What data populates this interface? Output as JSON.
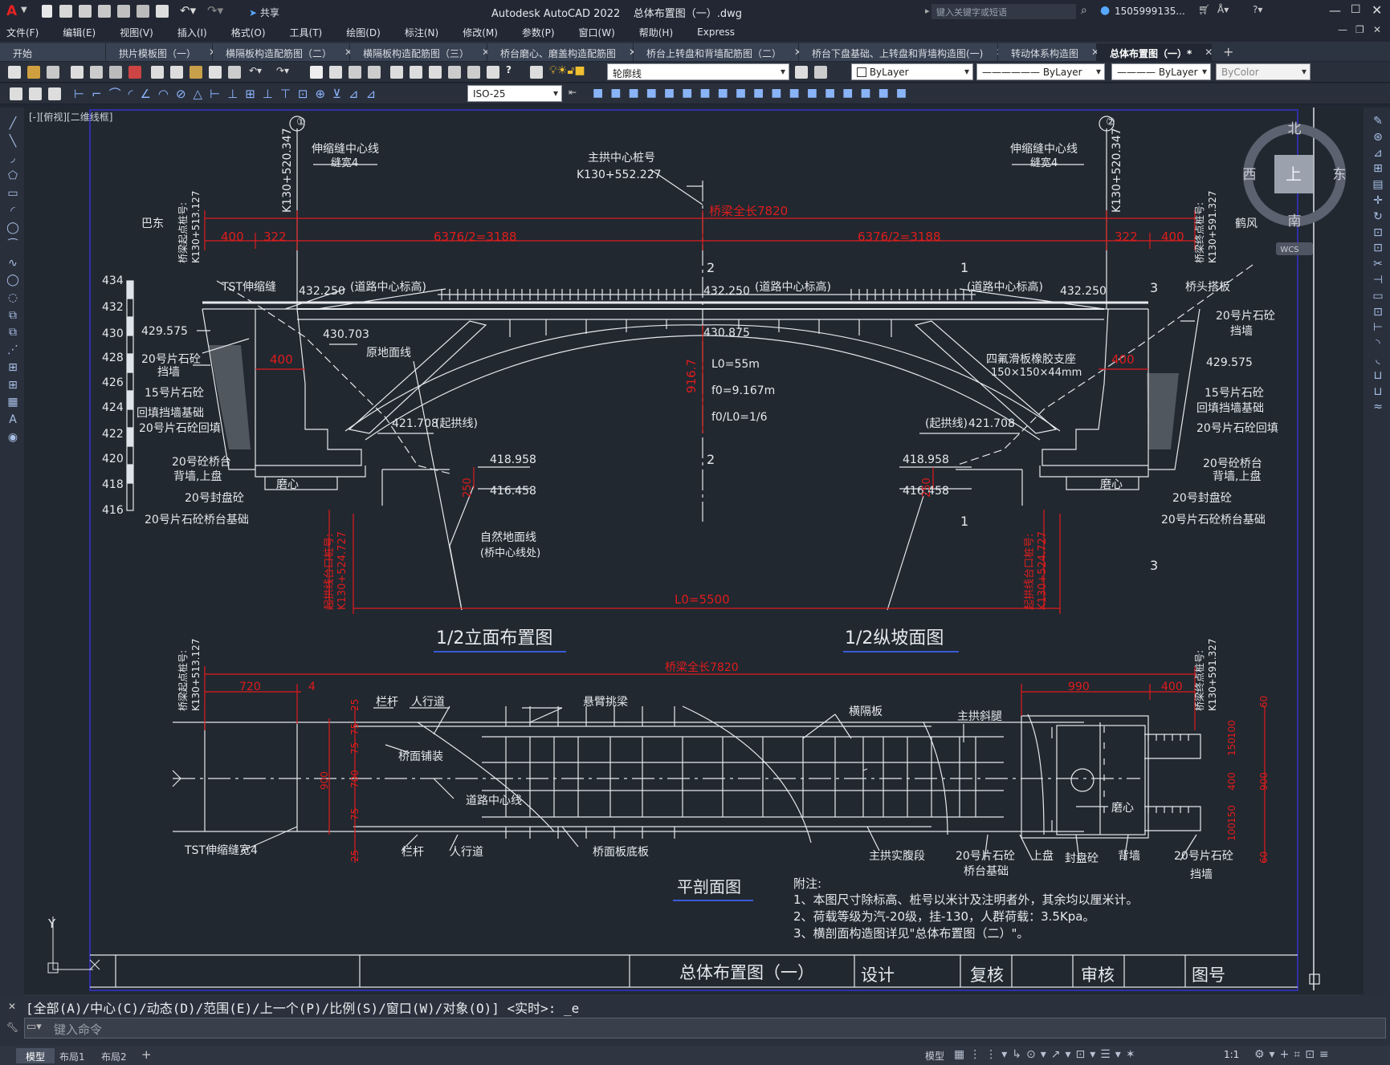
{
  "app": {
    "title": "Autodesk AutoCAD 2022    总体布置图（一）.dwg",
    "search_placeholder": "键入关键字或短语",
    "user": "1505999135...",
    "share": "共享"
  },
  "menu": [
    "文件(F)",
    "编辑(E)",
    "视图(V)",
    "插入(I)",
    "格式(O)",
    "工具(T)",
    "绘图(D)",
    "标注(N)",
    "修改(M)",
    "参数(P)",
    "窗口(W)",
    "帮助(H)",
    "Express"
  ],
  "tabs": [
    {
      "label": "开始",
      "close": false
    },
    {
      "label": "拱片模板图（一）",
      "close": true
    },
    {
      "label": "横隔板构造配筋图（二）",
      "close": true
    },
    {
      "label": "横隔板构造配筋图（三）",
      "close": true
    },
    {
      "label": "桥台磨心、磨盖构造配筋图",
      "close": true
    },
    {
      "label": "桥台上转盘和背墙配筋图（二）",
      "close": true
    },
    {
      "label": "桥台下盘基础、上转盘和背墙构造图(一)",
      "close": true
    },
    {
      "label": "转动体系构造图",
      "close": true
    },
    {
      "label": "总体布置图（一）*",
      "close": true,
      "active": true
    }
  ],
  "toolbar": {
    "layer": "轮廓线",
    "color": "ByLayer",
    "linetype": "ByLayer",
    "lineweight": "ByLayer",
    "plotstyle": "ByColor",
    "dimstyle": "ISO-25"
  },
  "viewport_label": "[-][俯视][二维线框]",
  "viewcube": {
    "north": "北",
    "south": "南",
    "east": "东",
    "west": "西",
    "top": "上",
    "ucs": "WCS"
  },
  "drawing": {
    "elevation": {
      "title": "1/2立面布置图",
      "title2": "1/2纵坡面图",
      "total_len": "桥梁全长7820",
      "half": "6376/2=3188",
      "d400": "400",
      "d322": "322",
      "main_arch_label": "主拱中心桩号",
      "main_arch_station": "K130+552.227",
      "joint": "伸缩缝中心线",
      "joint_w": "缝宽4",
      "sta1": "K130+520.347",
      "sta2": "K130+520.347",
      "start_label": "桥梁起点桩号:",
      "start_sta": "K130+513.127",
      "end_label": "桥梁终点桩号:",
      "end_sta": "K130+591.327",
      "left_place": "巴东",
      "right_place": "鹤风",
      "elev_432250": "432.250",
      "road_center": "(道路中心标高)",
      "e430703": "430.703",
      "e430875": "430.875",
      "e429575": "429.575",
      "e421708": "421.708",
      "springing": "(起拱线)",
      "e418958": "418.958",
      "e416458": "416.458",
      "d250": "250",
      "d916": "916.7",
      "L0": "L0=55m",
      "f0": "f0=9.167m",
      "ratio": "f0/L0=1/6",
      "L0b": "L0=5500",
      "tst": "TST伸缩缝",
      "orig_ground": "原地面线",
      "natural_ground": "自然地面线",
      "natural_ground2": "(桥中心线处)",
      "bearing": "四氟滑板橡胶支座",
      "bearing2": "150×150×44mm",
      "head_plate": "桥头搭板",
      "c20_wall": "20号片石砼",
      "c20_wall2": "挡墙",
      "c15": "15号片石砼",
      "backfill_base": "回填挡墙基础",
      "c20_backfill": "20号片石砼回填",
      "c20_abut": "20号砼桥台",
      "c20_abut2": "背墙,上盘",
      "c20_seal": "20号封盘砼",
      "c20_found": "20号片石砼桥台基础",
      "mill": "磨心",
      "spring_sta_l": "起拱线台口桩号:",
      "spring_sta_v": "K130+524.727",
      "d400b": "400",
      "scale": [
        "434",
        "432",
        "430",
        "428",
        "426",
        "424",
        "422",
        "420",
        "418",
        "416"
      ],
      "axis1": "①",
      "axis2": "②",
      "sec2": "2",
      "sec1": "1",
      "sec3": "3"
    },
    "plan": {
      "title": "平剖面图",
      "total_len": "桥梁全长7820",
      "d720": "720",
      "d4": "4",
      "d990": "990",
      "d400": "400",
      "railing": "栏杆",
      "walkway": "人行道",
      "cantilever": "悬臂挑梁",
      "diaphragm": "横隔板",
      "arch_leg": "主拱斜腿",
      "deck_paving": "桥面铺装",
      "road_center": "道路中心线",
      "tst4": "TST伸缩缝宽4",
      "deck_bottom": "桥面板底板",
      "arch_solid": "主拱实腹段",
      "c20_found": "20号片石砼",
      "c20_found2": "桥台基础",
      "upper": "上盘",
      "seal": "封盘砼",
      "back": "背墙",
      "c20_wall": "20号片石砼",
      "c20_wall2": "挡墙",
      "mill": "磨心",
      "dims_left": [
        "25",
        "75",
        "75",
        "700",
        "75",
        "25"
      ],
      "d900": "900",
      "dims_right": [
        "60",
        "100",
        "150",
        "400",
        "900",
        "150",
        "100",
        "60"
      ],
      "start_label": "桥梁起点桩号:",
      "start_sta": "K130+513.127",
      "end_label": "桥梁终点桩号:",
      "end_sta": "K130+591.327"
    },
    "notes": {
      "head": "附注:",
      "n1": "1、本图尺寸除标高、桩号以米计及注明者外，其余均以厘米计。",
      "n2": "2、荷载等级为汽-20级，挂-130，人群荷载：3.5Kpa。",
      "n3": "3、横剖面构造图详见\"总体布置图（二）\"。"
    },
    "titleblock": {
      "name": "总体布置图（一）",
      "design": "设计",
      "check": "复核",
      "review": "审核",
      "number": "图号"
    }
  },
  "command": {
    "history": "[全部(A)/中心(C)/动态(D)/范围(E)/上一个(P)/比例(S)/窗口(W)/对象(O)] <实时>: _e",
    "placeholder": "键入命令"
  },
  "status": {
    "tabs": [
      "模型",
      "布局1",
      "布局2"
    ],
    "scale": "1:1"
  }
}
